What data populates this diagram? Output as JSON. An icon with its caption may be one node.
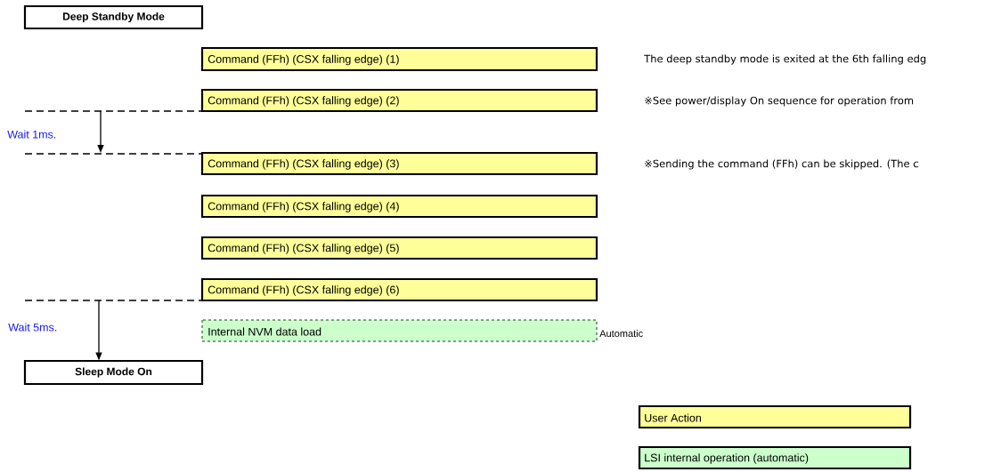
{
  "diagram": {
    "nodes": [
      {
        "text": [
          "Deep Standby Mode"
        ]
      },
      {
        "text": [
          "Command (FFh) (CSX falling edge) (1)"
        ]
      },
      {
        "text": [
          "Command (FFh) (CSX falling edge) (2)"
        ]
      },
      {
        "text": [
          "Command (FFh) (CSX falling edge) (3)"
        ]
      },
      {
        "text": [
          "Command (FFh) (CSX falling edge) (4)"
        ]
      },
      {
        "text": [
          "Command (FFh) (CSX falling edge) (5)"
        ]
      },
      {
        "text": [
          "Command (FFh) (CSX falling edge) (6)"
        ]
      },
      {
        "text": [
          "Internal NVM data load"
        ],
        "beside": [
          "Automatic"
        ]
      },
      {
        "text": [
          "Sleep Mode On"
        ]
      }
    ],
    "edges": [
      {
        "from": null,
        "to": 8,
        "arrow": "to",
        "label": "Wait 5ms."
      }
    ],
    "labels": [
      "The deep standby mode is exited at the 6th falling edg",
      "※See power/display On sequence for operation from",
      "Wait 1ms.",
      "※Sending the command (FFh) can be skipped. (The c"
    ],
    "legend": [
      {
        "text": "User Action",
        "color": "#ffff99"
      },
      {
        "text": "LSI internal operation (automatic)",
        "color": "#ccffcc"
      }
    ]
  }
}
